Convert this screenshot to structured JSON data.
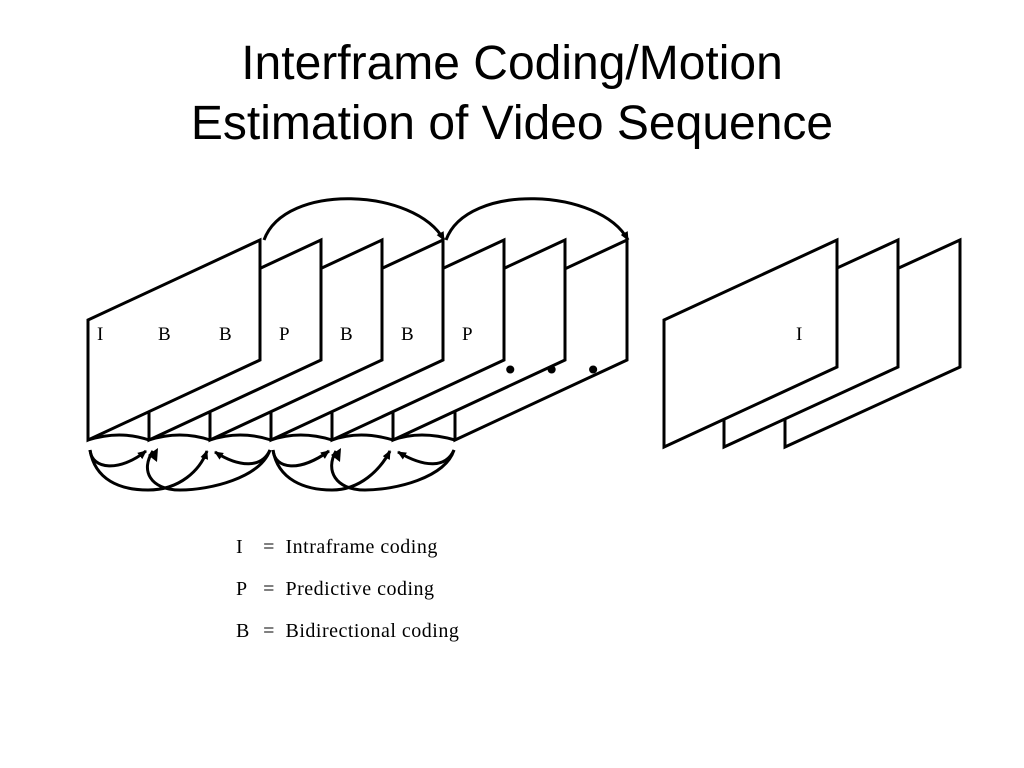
{
  "slide": {
    "title_line1": "Interframe Coding/Motion",
    "title_line2": "Estimation of Video Sequence"
  },
  "diagram": {
    "frames_group1": [
      "I",
      "B",
      "B",
      "P",
      "B",
      "B",
      "P"
    ],
    "ellipsis": "• • •",
    "frames_group2": [
      "",
      "",
      "I"
    ]
  },
  "legend": [
    {
      "key": "I",
      "eq": "=",
      "text": "Intraframe coding"
    },
    {
      "key": "P",
      "eq": "=",
      "text": "Predictive coding"
    },
    {
      "key": "B",
      "eq": "=",
      "text": "Bidirectional coding"
    }
  ]
}
